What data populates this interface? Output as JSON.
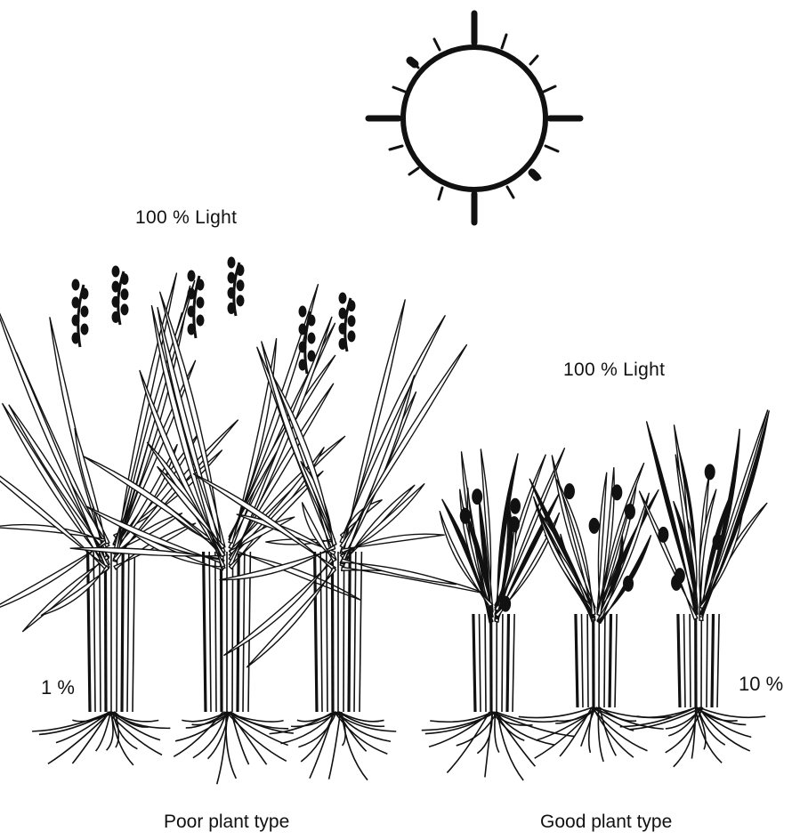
{
  "diagram": {
    "light_top_left": "100 % Light",
    "light_top_right": "100 % Light",
    "bottom_light_left": "1 %",
    "bottom_light_right": "10 %",
    "caption_left": "Poor plant type",
    "caption_right": "Good plant type",
    "ink_color": "#111111",
    "background_color": "#ffffff"
  }
}
